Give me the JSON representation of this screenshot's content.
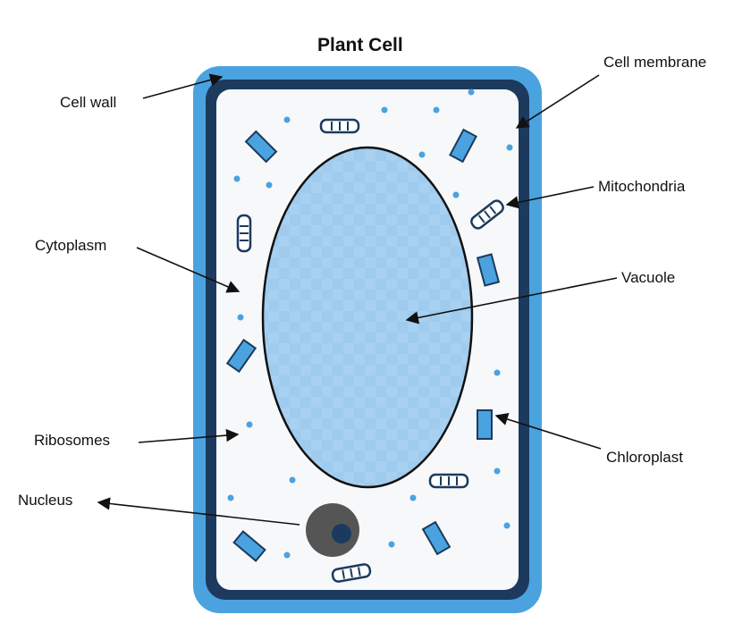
{
  "title": "Plant Cell",
  "labels": {
    "cell_wall": "Cell wall",
    "cell_membrane": "Cell membrane",
    "mitochondria": "Mitochondria",
    "cytoplasm": "Cytoplasm",
    "vacuole": "Vacuole",
    "ribosomes": "Ribosomes",
    "chloroplast": "Chloroplast",
    "nucleus": "Nucleus"
  },
  "colors": {
    "cell_wall": "#4aa3df",
    "cell_membrane": "#1c3a5e",
    "cytoplasm": "#f7f8fa",
    "vacuole": "#9ecbee",
    "chloroplast": "#4aa3df",
    "ribosome": "#4aa3df",
    "nucleus": "#555555",
    "nucleolus": "#1c3a5e",
    "text": "#111111"
  }
}
